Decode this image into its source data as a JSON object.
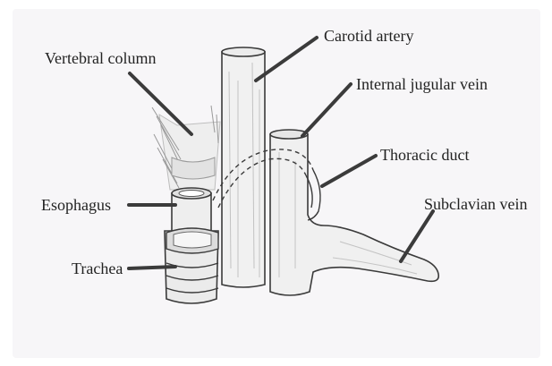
{
  "colors": {
    "panel_bg": "#f7f6f8",
    "ink": "#3a3a3a",
    "sketch": "#8c8c8c",
    "leader": "#3b3b3b",
    "text": "#222222"
  },
  "labels": {
    "vertebral_column": "Vertebral column",
    "carotid_artery": "Carotid artery",
    "internal_jugular_vein": "Internal jugular vein",
    "thoracic_duct": "Thoracic duct",
    "esophagus": "Esophagus",
    "subclavian_vein": "Subclavian vein",
    "trachea": "Trachea"
  }
}
